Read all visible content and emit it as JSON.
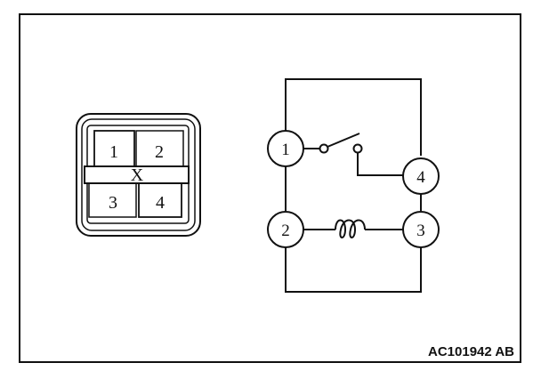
{
  "connector": {
    "pins": [
      "1",
      "2",
      "3",
      "4"
    ],
    "center_mark": "X"
  },
  "schematic": {
    "terminals": [
      "1",
      "2",
      "3",
      "4"
    ]
  },
  "reference_code": "AC101942 AB",
  "colors": {
    "line": "#111111",
    "background": "#ffffff"
  }
}
